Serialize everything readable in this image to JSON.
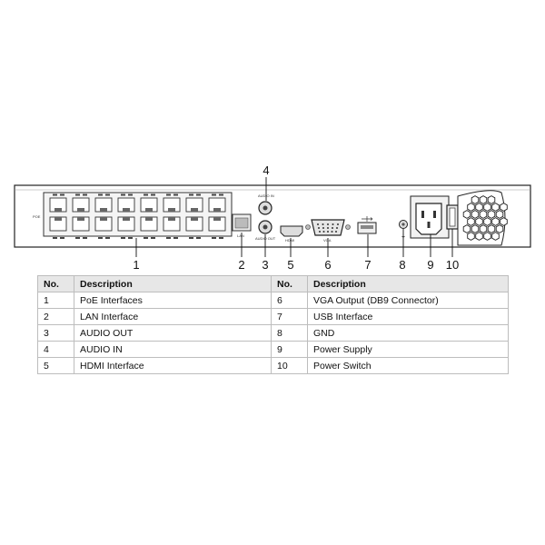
{
  "panel": {
    "label_poe": "POE",
    "label_audio_in": "AUDIO IN",
    "label_audio_out": "AUDIO OUT",
    "label_lan": "LAN",
    "label_hdmi": "HDMI",
    "label_vga": "VGA",
    "label_ground": "⏚"
  },
  "callouts": [
    "1",
    "2",
    "3",
    "4",
    "5",
    "6",
    "7",
    "8",
    "9",
    "10"
  ],
  "table": {
    "headers": [
      "No.",
      "Description",
      "No.",
      "Description"
    ],
    "rows": [
      [
        "1",
        "PoE Interfaces",
        "6",
        "VGA Output (DB9 Connector)"
      ],
      [
        "2",
        "LAN Interface",
        "7",
        "USB Interface"
      ],
      [
        "3",
        "AUDIO OUT",
        "8",
        "GND"
      ],
      [
        "4",
        "AUDIO IN",
        "9",
        "Power Supply"
      ],
      [
        "5",
        "HDMI Interface",
        "10",
        "Power Switch"
      ]
    ]
  }
}
